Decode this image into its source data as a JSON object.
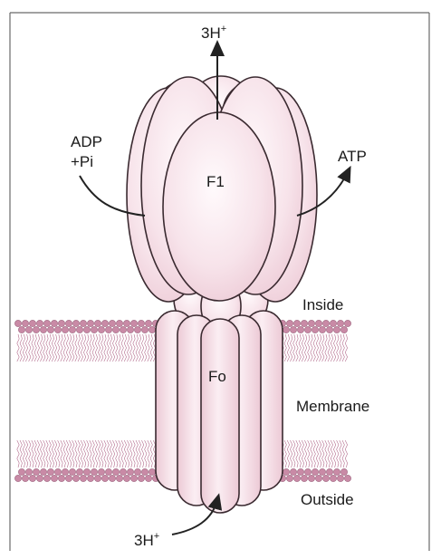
{
  "labels": {
    "proton_top": "3H",
    "proton_top_sup": "+",
    "adp_line1": "ADP",
    "adp_line2": "+Pi",
    "atp": "ATP",
    "f1": "F1",
    "fo": "Fo",
    "inside": "Inside",
    "membrane": "Membrane",
    "outside": "Outside",
    "proton_bottom": "3H",
    "proton_bottom_sup": "+"
  },
  "colors": {
    "protein_fill": "#f6dfe6",
    "protein_light": "#fbeef2",
    "protein_stroke": "#3a2a30",
    "lipid_head": "#c98aa6",
    "lipid_tail": "#b46e8e",
    "arrow": "#222222",
    "frame": "#555555"
  }
}
